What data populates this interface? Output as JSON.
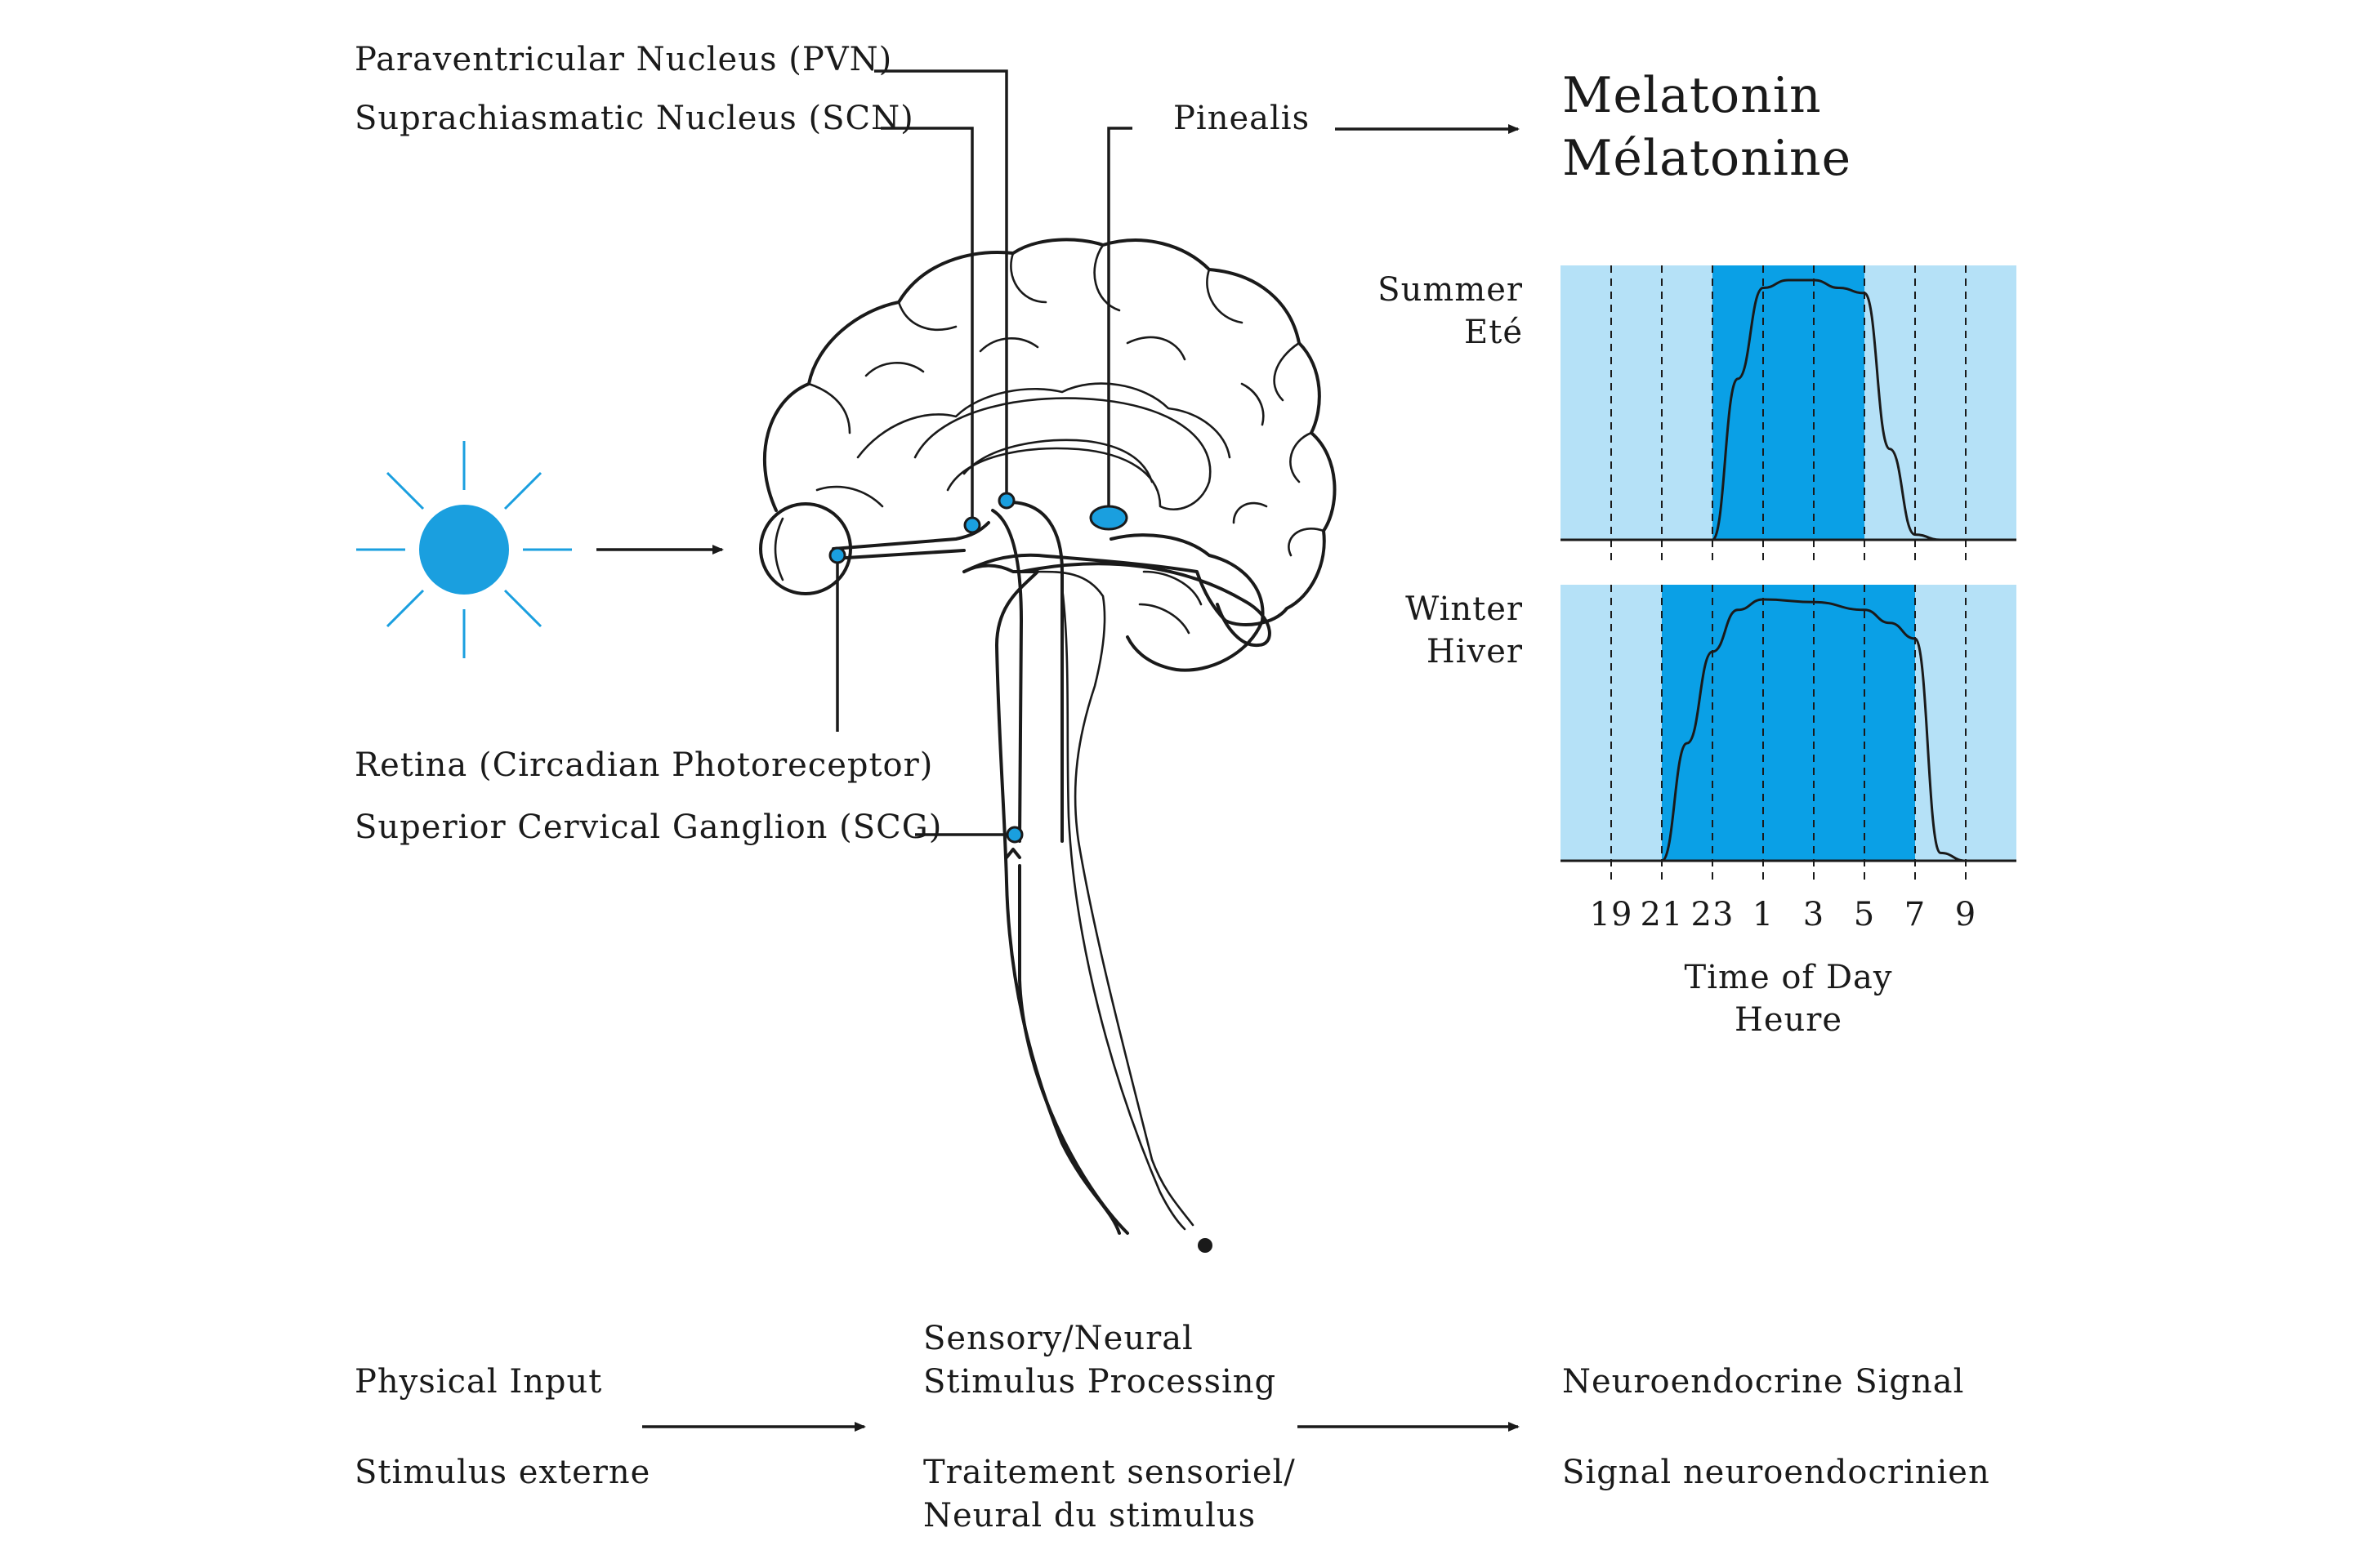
{
  "labels": {
    "pvn": "Paraventricular Nucleus (PVN)",
    "scn": "Suprachiasmatic Nucleus (SCN)",
    "pinealis": "Pinealis",
    "retina": "Retina (Circadian Photoreceptor)",
    "scg": "Superior Cervical Ganglion (SCG)"
  },
  "melatonin": {
    "en": "Melatonin",
    "fr": "Mélatonine"
  },
  "chart_data": {
    "type": "area",
    "x_ticks": [
      "19",
      "21",
      "23",
      "1",
      "3",
      "5",
      "7",
      "9"
    ],
    "xlabel_en": "Time of Day",
    "xlabel_fr": "Heure",
    "panels": [
      {
        "label_en": "Summer",
        "label_fr": "Eté",
        "dark_from": "23",
        "dark_to": "5",
        "curve": [
          [
            "23",
            0
          ],
          [
            "0",
            0.62
          ],
          [
            "1",
            0.97
          ],
          [
            "2",
            1.0
          ],
          [
            "3",
            1.0
          ],
          [
            "4",
            0.97
          ],
          [
            "5",
            0.95
          ],
          [
            "6",
            0.35
          ],
          [
            "7",
            0.02
          ],
          [
            "8",
            0
          ]
        ]
      },
      {
        "label_en": "Winter",
        "label_fr": "Hiver",
        "dark_from": "21",
        "dark_to": "7",
        "curve": [
          [
            "21",
            0
          ],
          [
            "22",
            0.45
          ],
          [
            "23",
            0.8
          ],
          [
            "0",
            0.96
          ],
          [
            "1",
            1.0
          ],
          [
            "3",
            0.99
          ],
          [
            "5",
            0.96
          ],
          [
            "6",
            0.91
          ],
          [
            "7",
            0.85
          ],
          [
            "8",
            0.03
          ],
          [
            "9",
            0
          ]
        ]
      }
    ]
  },
  "flow": {
    "step1_en": "Physical Input",
    "step1_fr": "Stimulus externe",
    "step2_en_l1": "Sensory/Neural",
    "step2_en_l2": "Stimulus Processing",
    "step2_fr_l1": "Traitement sensoriel/",
    "step2_fr_l2": "Neural du stimulus",
    "step3_en": "Neuroendocrine Signal",
    "step3_fr": "Signal neuroendocrinien"
  },
  "colors": {
    "accent": "#1a9fdf",
    "light_band": "#b5e1f7",
    "dark_band": "#0aa0e6",
    "ink": "#1a1a1a"
  },
  "icons": {
    "sun": "sun-icon",
    "arrow": "arrow-right-icon"
  }
}
